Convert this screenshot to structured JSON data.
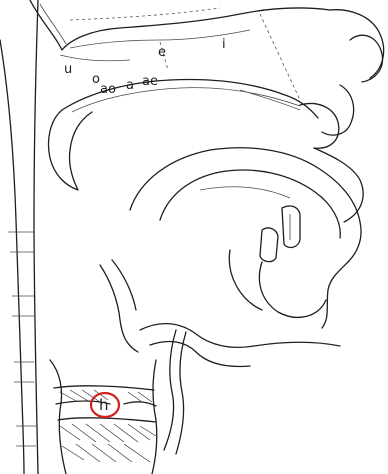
{
  "diagram": {
    "vowel_labels": [
      "u",
      "o",
      "ao",
      "a",
      "ae",
      "e",
      "i"
    ],
    "phone_label": "h",
    "colors": {
      "line": "#1e1e1e",
      "highlight": "#d42020",
      "background": "#ffffff"
    }
  }
}
